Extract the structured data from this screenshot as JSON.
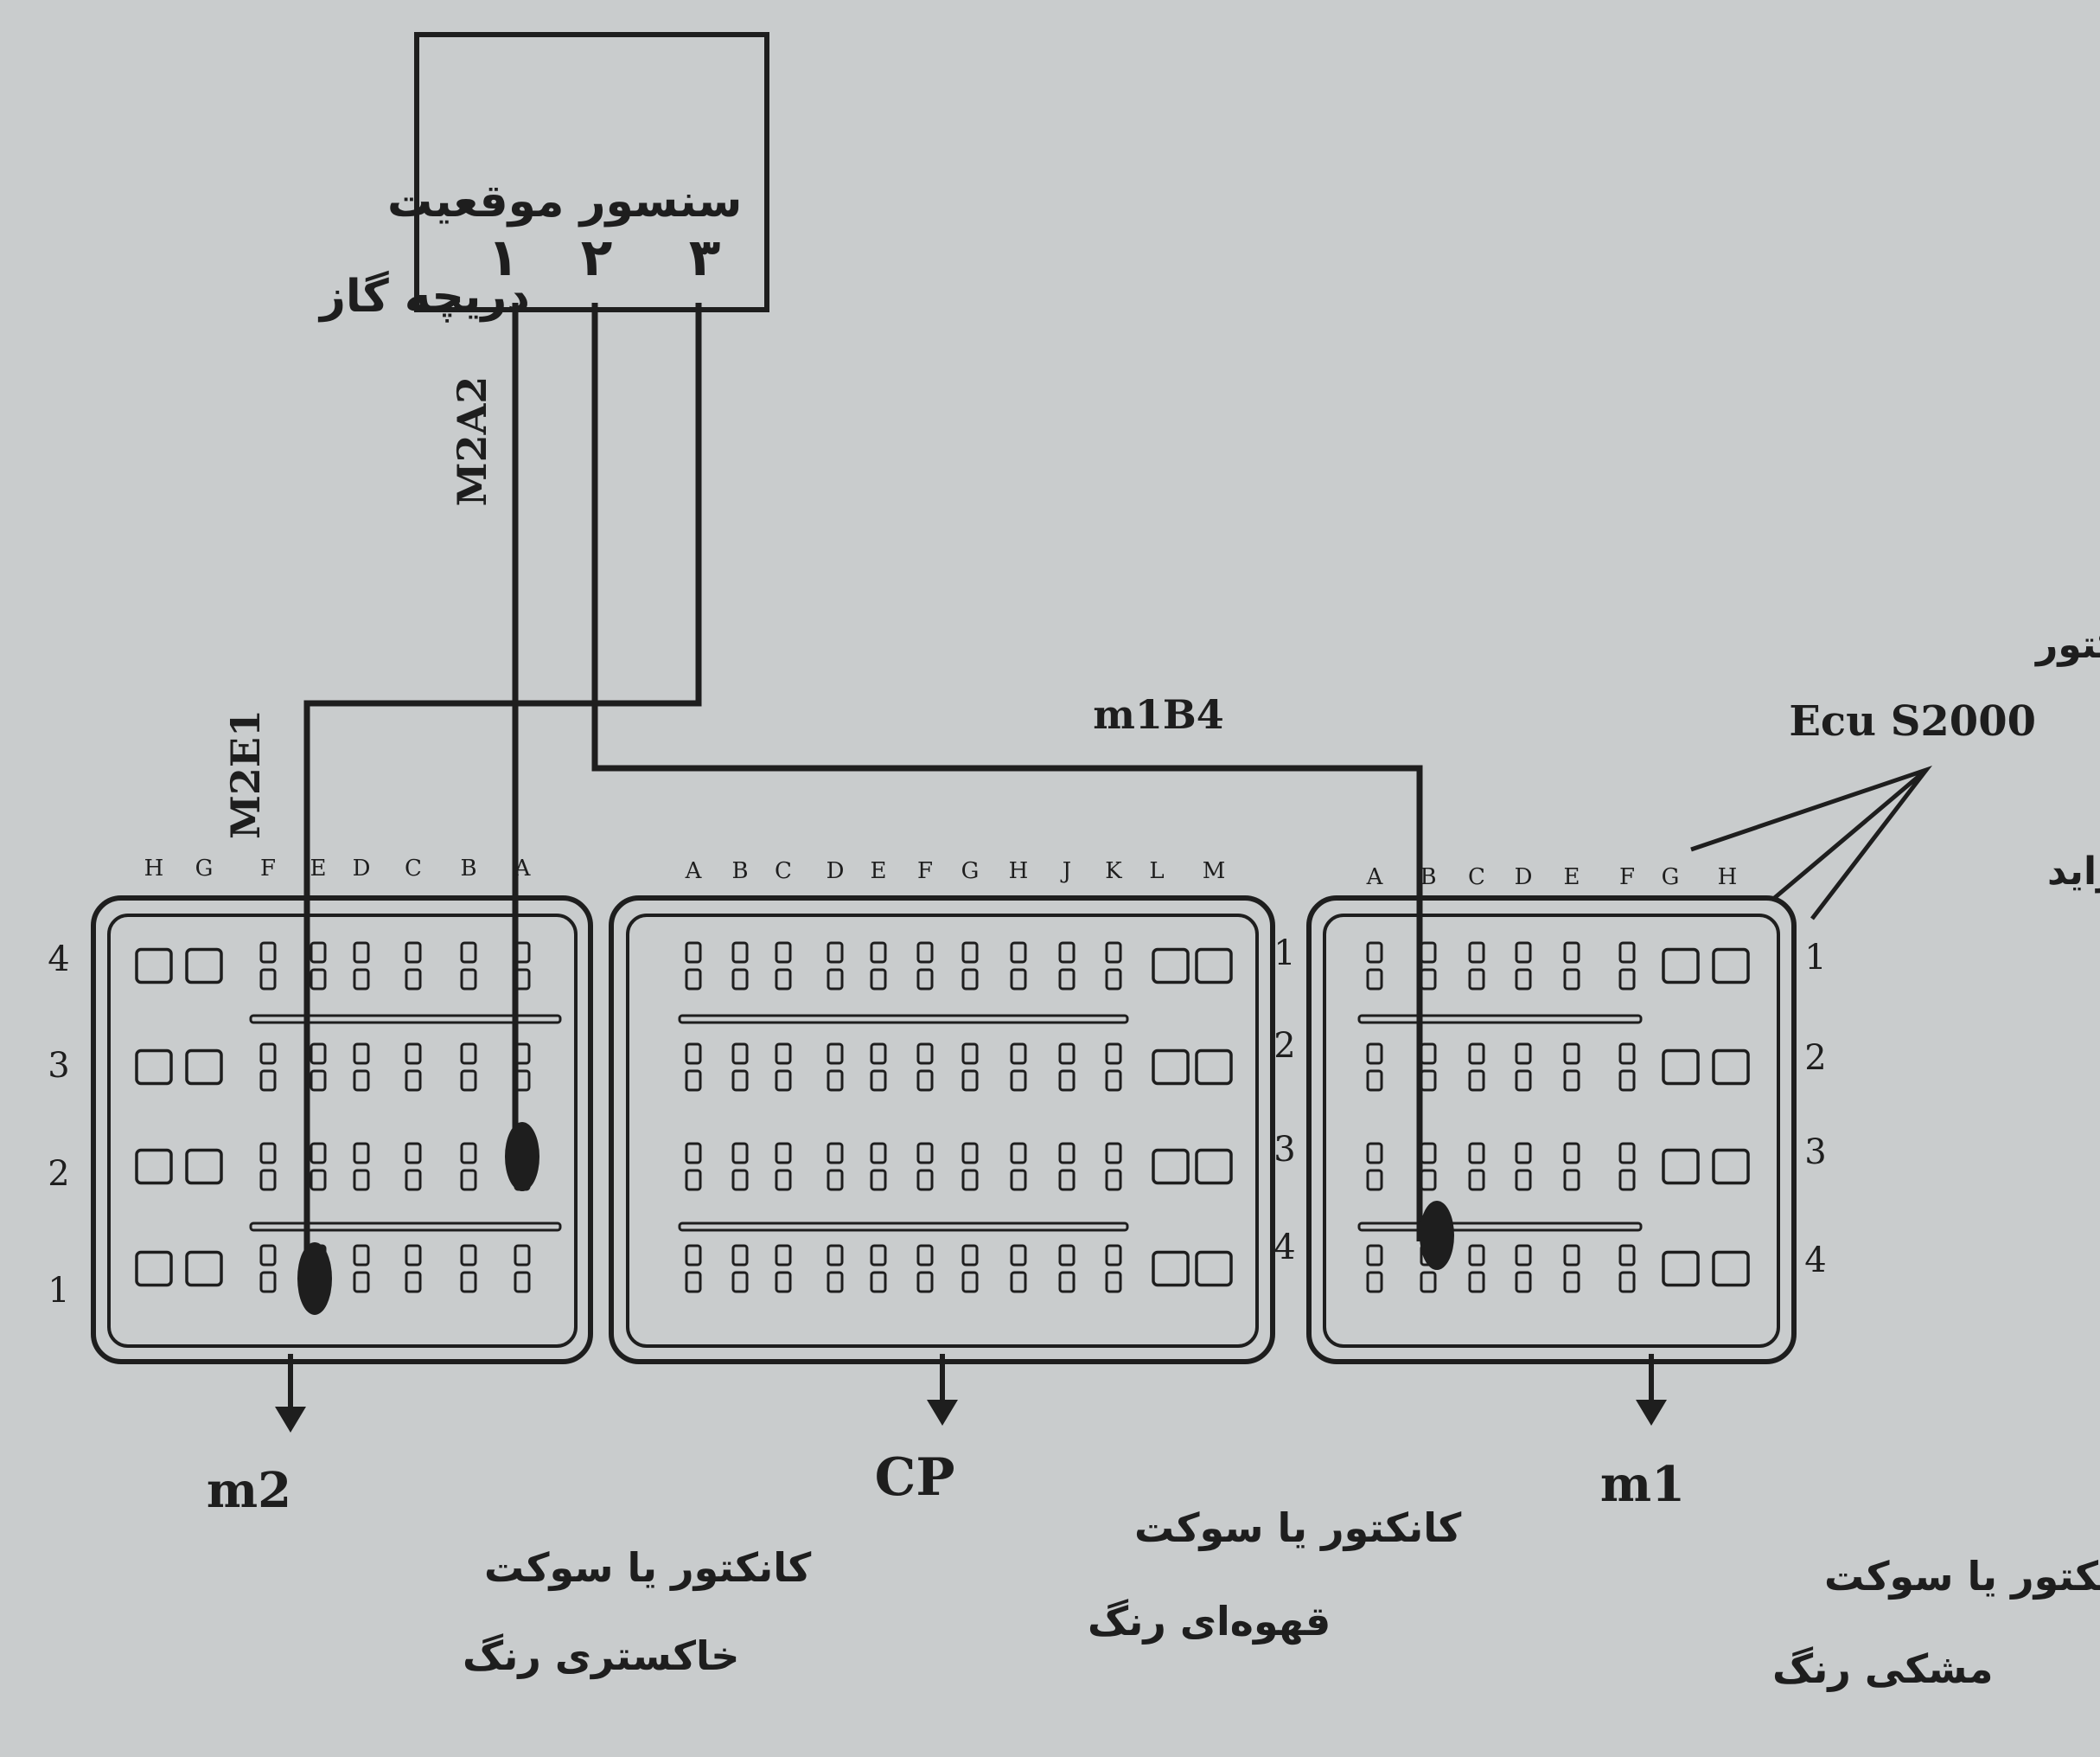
{
  "sensor": {
    "title_line1": "سنسور موقعیت",
    "title_line2": "دریچه گاز",
    "pins": [
      "۱",
      "۲",
      "۳"
    ]
  },
  "wires": {
    "m2a2": "M2A2",
    "m2e1": "M2E1",
    "m1b4": "m1B4"
  },
  "callout": {
    "line1": "سطح مقطع کانکتور",
    "line2": "Ecu S2000",
    "line3": "پراید"
  },
  "connectors": {
    "m2": {
      "name": "m2",
      "caption_line1": "کانکتور یا سوکت",
      "caption_line2": "خاکستری رنگ",
      "columns": [
        "H",
        "G",
        "F",
        "E",
        "D",
        "C",
        "B",
        "A"
      ],
      "rows": [
        "4",
        "3",
        "2",
        "1"
      ]
    },
    "cp": {
      "name": "CP",
      "caption_line1": "کانکتور یا سوکت",
      "caption_line2": "قهوه‌ای رنگ",
      "columns": [
        "A",
        "B",
        "C",
        "D",
        "E",
        "F",
        "G",
        "H",
        "J",
        "K",
        "L",
        "M"
      ],
      "rows": [
        "1",
        "2",
        "3",
        "4"
      ]
    },
    "m1": {
      "name": "m1",
      "caption_line1": "کانکتور یا سوکت",
      "caption_line2": "مشکی رنگ",
      "columns": [
        "A",
        "B",
        "C",
        "D",
        "E",
        "F",
        "G",
        "H"
      ],
      "rows": [
        "1",
        "2",
        "3",
        "4"
      ]
    }
  },
  "colors": {
    "background": "#c9cccd",
    "ink": "#1e1e1e"
  }
}
